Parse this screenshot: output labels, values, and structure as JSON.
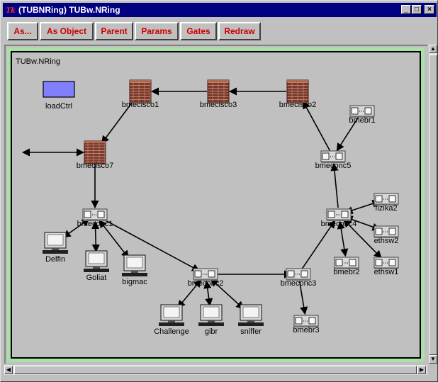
{
  "window": {
    "title": "(TUBNRing) TUBw.NRing",
    "logo": "Tk",
    "minimize": "_",
    "maximize": "□",
    "close": "×"
  },
  "toolbar": {
    "buttons": [
      "As...",
      "As Object",
      "Parent",
      "Params",
      "Gates",
      "Redraw"
    ]
  },
  "network": {
    "module_title": "TUBw.NRing",
    "nodes": [
      {
        "id": "loadCtrl",
        "label": "loadCtrl",
        "icon": "loadctrl-block-icon"
      },
      {
        "id": "bmecisco1",
        "label": "bmecisco1",
        "icon": "router-icon"
      },
      {
        "id": "bmecisco3",
        "label": "bmecisco3",
        "icon": "router-icon"
      },
      {
        "id": "bmecisco2",
        "label": "bmecisco2",
        "icon": "router-icon"
      },
      {
        "id": "bmecisco7",
        "label": "bmecisco7",
        "icon": "router-icon"
      },
      {
        "id": "bmebr1",
        "label": "bmebr1",
        "icon": "switch-icon"
      },
      {
        "id": "bmeconc5",
        "label": "bmeconc5",
        "icon": "switch-icon"
      },
      {
        "id": "bmeconc1",
        "label": "bmeconc1",
        "icon": "switch-icon"
      },
      {
        "id": "bmeconc4",
        "label": "bmeconc4",
        "icon": "switch-icon"
      },
      {
        "id": "fizika2",
        "label": "fizika2",
        "icon": "switch-icon"
      },
      {
        "id": "ethsw2",
        "label": "ethsw2",
        "icon": "switch-icon"
      },
      {
        "id": "bmebr2",
        "label": "bmebr2",
        "icon": "switch-icon"
      },
      {
        "id": "ethsw1",
        "label": "ethsw1",
        "icon": "switch-icon"
      },
      {
        "id": "bmeconc2",
        "label": "bmeconc2",
        "icon": "switch-icon"
      },
      {
        "id": "bmeconc3",
        "label": "bmeconc3",
        "icon": "switch-icon"
      },
      {
        "id": "bmebr3",
        "label": "bmebr3",
        "icon": "switch-icon"
      },
      {
        "id": "Delfin",
        "label": "Delfin",
        "icon": "workstation-icon"
      },
      {
        "id": "Goliat",
        "label": "Goliat",
        "icon": "workstation-icon"
      },
      {
        "id": "bigmac",
        "label": "bigmac",
        "icon": "workstation-icon"
      },
      {
        "id": "Challenge",
        "label": "Challenge",
        "icon": "workstation-icon"
      },
      {
        "id": "gibr",
        "label": "gibr",
        "icon": "workstation-icon"
      },
      {
        "id": "sniffer",
        "label": "sniffer",
        "icon": "workstation-icon"
      }
    ],
    "links": [
      {
        "from": "bmecisco2",
        "to": "bmecisco3"
      },
      {
        "from": "bmecisco3",
        "to": "bmecisco1"
      },
      {
        "from": "bmecisco1",
        "to": "bmecisco7"
      },
      {
        "from": "bmeconc5",
        "to": "bmecisco2"
      },
      {
        "from": "bmebr1",
        "to": "bmeconc5"
      },
      {
        "from": "bmeconc4",
        "to": "bmeconc5"
      },
      {
        "from": "bmecisco7",
        "to": "bmeconc1"
      },
      {
        "from": "bmeconc1",
        "to": "bmeconc2"
      },
      {
        "from": "bmeconc2",
        "to": "bmeconc3"
      },
      {
        "from": "bmeconc3",
        "to": "bmeconc4"
      },
      {
        "from": "bmeconc3",
        "to": "bmebr3"
      }
    ],
    "bidirectional_links": [
      {
        "a": "external",
        "b": "bmecisco7"
      },
      {
        "a": "bmeconc1",
        "b": "Delfin"
      },
      {
        "a": "bmeconc1",
        "b": "Goliat"
      },
      {
        "a": "bmeconc1",
        "b": "bigmac"
      },
      {
        "a": "bmeconc2",
        "b": "Challenge"
      },
      {
        "a": "bmeconc2",
        "b": "gibr"
      },
      {
        "a": "bmeconc2",
        "b": "sniffer"
      },
      {
        "a": "bmeconc4",
        "b": "fizika2"
      },
      {
        "a": "bmeconc4",
        "b": "ethsw2"
      },
      {
        "a": "bmeconc4",
        "b": "bmebr2"
      },
      {
        "a": "bmeconc4",
        "b": "ethsw1"
      }
    ]
  },
  "colors": {
    "titlebar": "#000080",
    "toolbar_text": "#cc0000",
    "module_bg": "#a8e0a8",
    "module_inner": "#c0c0c0",
    "loadctrl": "#8080ff",
    "router": "#7a3a2a"
  }
}
